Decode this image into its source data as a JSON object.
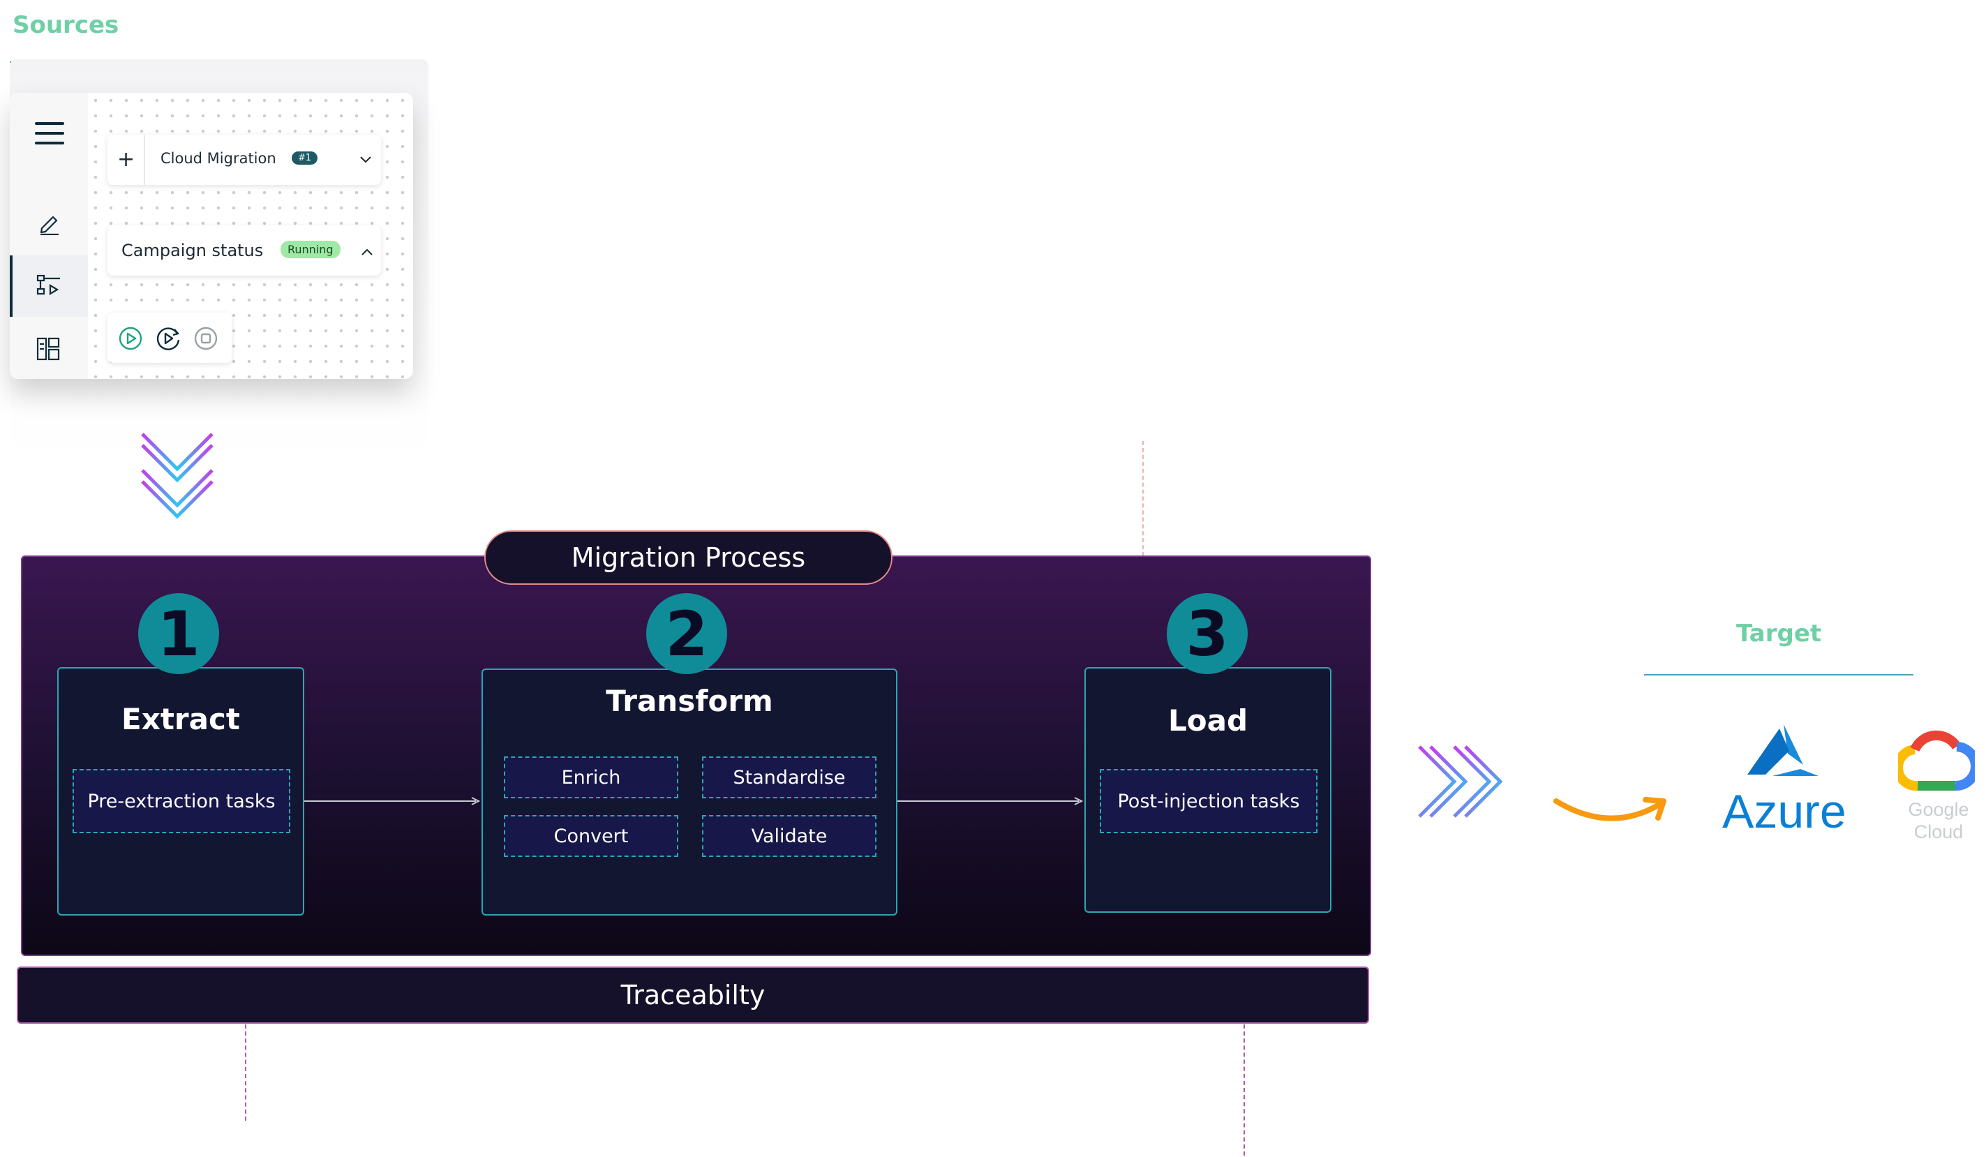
{
  "sources": {
    "title": "Sources"
  },
  "target": {
    "title": "Target"
  },
  "source_card": {
    "campaign_name": "Cloud Migration",
    "campaign_badge": "#1",
    "status_label": "Campaign status",
    "status_value": "Running"
  },
  "process": {
    "title": "Migration Process",
    "stages": [
      {
        "number": "1",
        "name": "Extract",
        "tasks": [
          "Pre-extraction tasks"
        ]
      },
      {
        "number": "2",
        "name": "Transform",
        "tasks": [
          "Enrich",
          "Standardise",
          "Convert",
          "Validate"
        ]
      },
      {
        "number": "3",
        "name": "Load",
        "tasks": [
          "Post-injection tasks"
        ]
      }
    ],
    "footer": "Traceabilty"
  },
  "targets": {
    "azure": "Azure",
    "google_cloud_line1": "Google",
    "google_cloud_line2": "Cloud"
  },
  "colors": {
    "accent_green": "#6fd0a6",
    "teal": "#0f8c98",
    "panel_top": "#3a1650",
    "panel_bottom": "#0d0717",
    "running_badge": "#9fe8a6"
  }
}
